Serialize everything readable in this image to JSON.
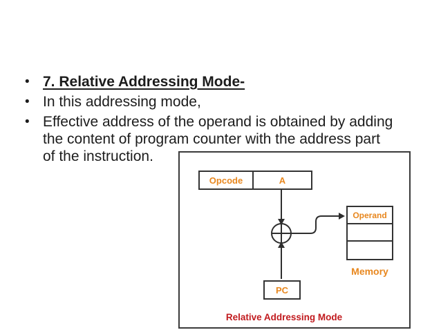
{
  "slide": {
    "bullet_char": "•",
    "heading": "7. Relative Addressing Mode-",
    "bullet2": "In this addressing mode,",
    "bullet3_lines": [
      "Effective address of the operand is obtained by adding",
      "the content of program counter with the address part",
      "of the instruction."
    ]
  },
  "diagram": {
    "opcode_label": "Opcode",
    "address_field_label": "A",
    "operand_label": "Operand",
    "memory_label": "Memory",
    "pc_label": "PC",
    "caption": "Relative Addressing Mode",
    "adder_symbol": "plus-in-circle",
    "colors": {
      "field_label_orange": "#E8871E",
      "caption_red": "#C11A1E",
      "line": "#2e2e2e",
      "body_text": "#1c1c1c"
    }
  }
}
